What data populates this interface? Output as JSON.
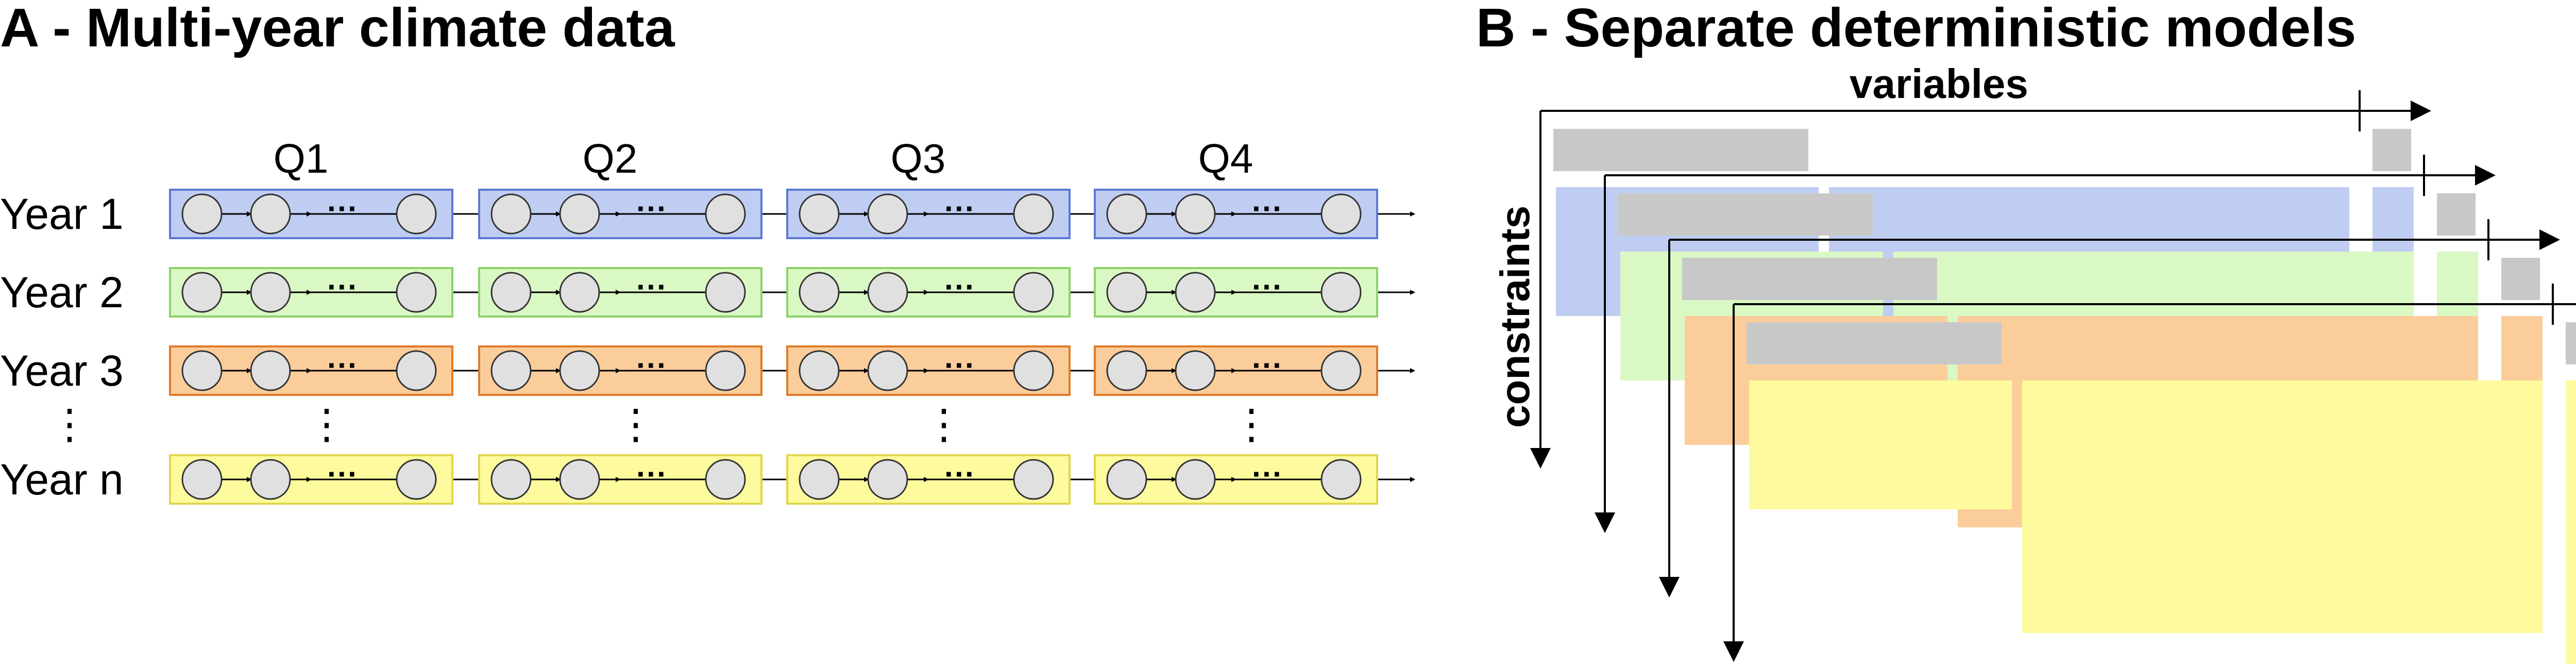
{
  "panel_a": {
    "title": "A - Multi-year climate data",
    "quarters": [
      "Q1",
      "Q2",
      "Q3",
      "Q4"
    ],
    "years": [
      {
        "label": "Year 1",
        "color": "#c0cdf2",
        "border": "#5a78d6"
      },
      {
        "label": "Year 2",
        "color": "#daf8c4",
        "border": "#8dd26a"
      },
      {
        "label": "Year 3",
        "color": "#fbcd9b",
        "border": "#e07b2a"
      },
      {
        "label": "Year n",
        "color": "#fdfb9d",
        "border": "#e0d64c"
      }
    ],
    "ellipsis_vertical": "⋮",
    "ellipsis_horizontal": "···"
  },
  "panel_b": {
    "title": "B - Separate deterministic models",
    "x_axis_label": "variables",
    "y_axis_label": "constraints",
    "layer_colors": [
      "#c0cdf2",
      "#daf8c4",
      "#fbcd9b",
      "#fdfb9d"
    ],
    "header_color": "#c8c8c8"
  }
}
